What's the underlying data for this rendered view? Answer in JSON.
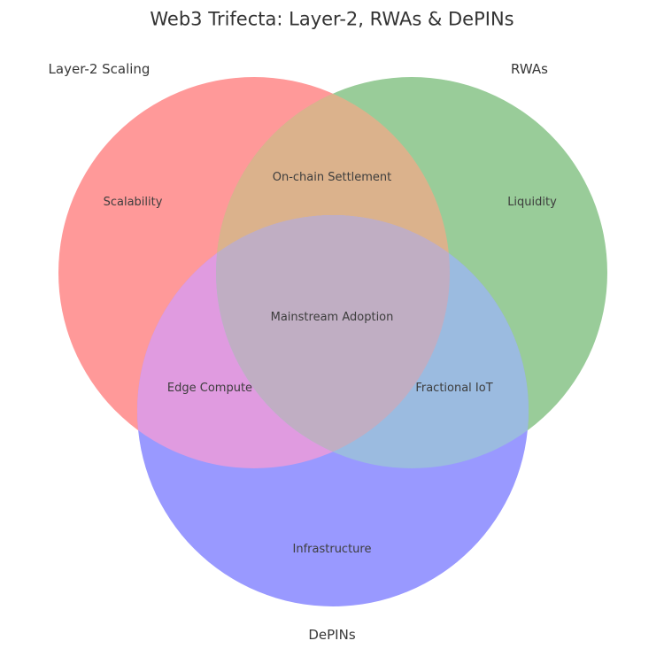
{
  "figure": {
    "title": "Web3 Trifecta: Layer-2, RWAs & DePINs",
    "background_color": "#ffffff",
    "title_color": "#333333"
  },
  "diagram": {
    "type": "venn3",
    "sets": [
      {
        "name": "Layer-2 Scaling",
        "color": "#ff9999",
        "exclusive_label": "Scalability"
      },
      {
        "name": "RWAs",
        "color": "#99cc99",
        "exclusive_label": "Liquidity"
      },
      {
        "name": "DePINs",
        "color": "#9999ff",
        "exclusive_label": "Infrastructure"
      }
    ],
    "overlaps": [
      {
        "between": [
          "Layer-2 Scaling",
          "RWAs"
        ],
        "label": "On-chain Settlement",
        "color": "#dbb28c"
      },
      {
        "between": [
          "Layer-2 Scaling",
          "DePINs"
        ],
        "label": "Edge Compute",
        "color": "#e09be0"
      },
      {
        "between": [
          "RWAs",
          "DePINs"
        ],
        "label": "Fractional IoT",
        "color": "#9bbbe0"
      },
      {
        "between": [
          "Layer-2 Scaling",
          "RWAs",
          "DePINs"
        ],
        "label": "Mainstream Adoption",
        "color": "#c0aec3"
      }
    ]
  }
}
